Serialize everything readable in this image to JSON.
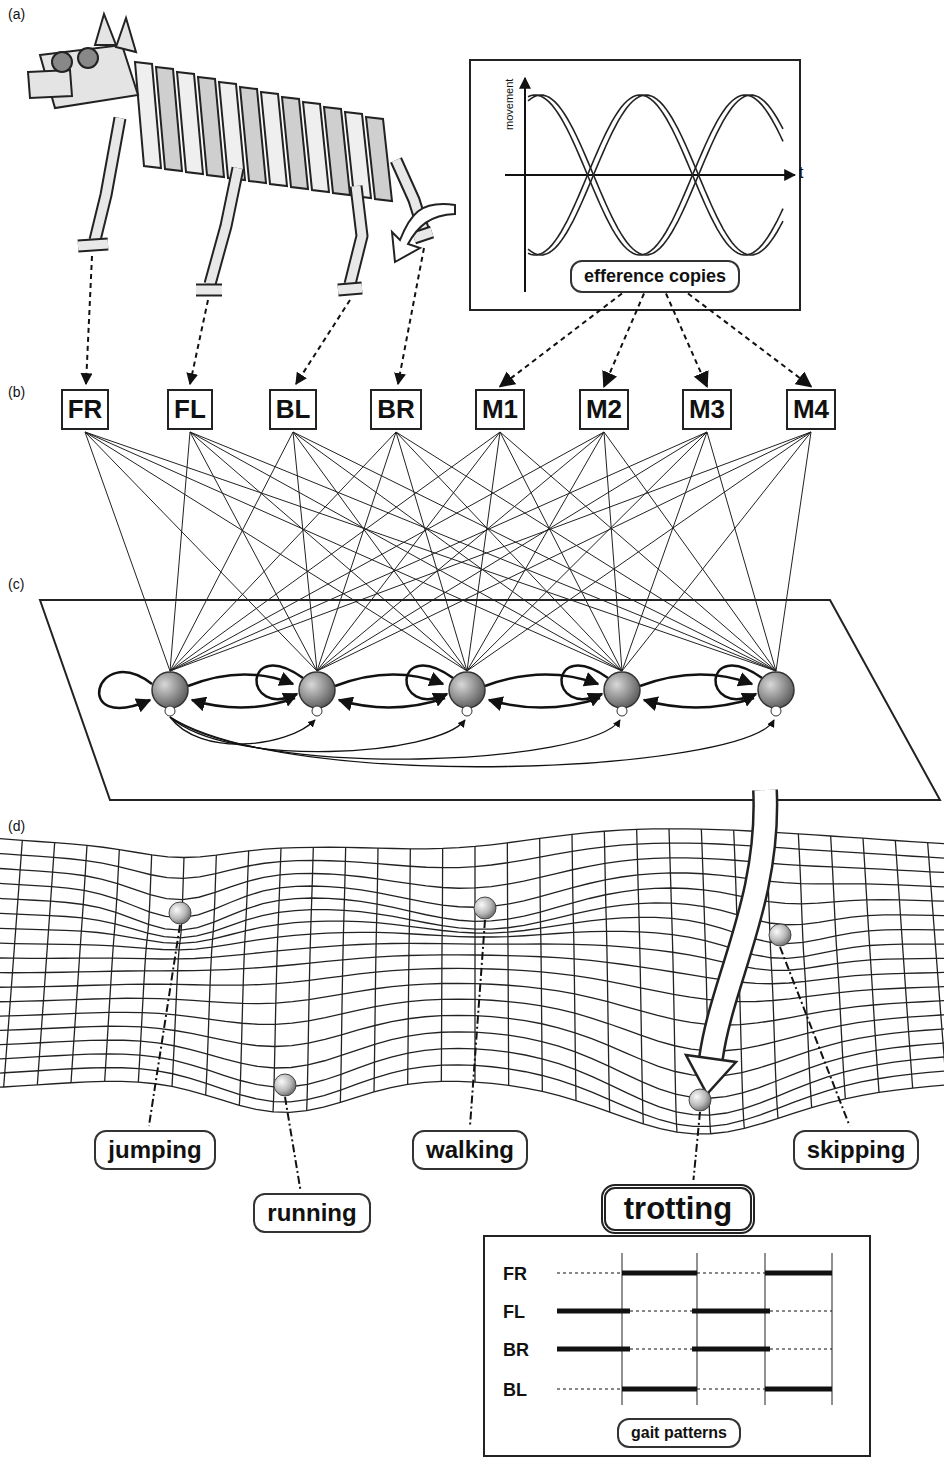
{
  "diagram": {
    "nodes": [
      {
        "text": [
          "efference copies"
        ]
      },
      {
        "text": [
          "FR"
        ]
      },
      {
        "text": [
          "FL"
        ]
      },
      {
        "text": [
          "BL"
        ]
      },
      {
        "text": [
          "BR"
        ]
      },
      {
        "text": [
          "M1"
        ]
      },
      {
        "text": [
          "M2"
        ]
      },
      {
        "text": [
          "M3"
        ]
      },
      {
        "text": [
          "M4"
        ]
      },
      {
        "text": [
          "jumping"
        ]
      },
      {
        "text": [
          "walking"
        ]
      },
      {
        "text": [
          "skipping"
        ]
      },
      {
        "text": [
          "running"
        ]
      },
      {
        "text": [
          "trotting"
        ]
      },
      {
        "text": [
          "FR",
          "FL",
          "BR",
          "BL"
        ]
      },
      {
        "text": [
          "gait patterns"
        ],
        "in": 14
      }
    ],
    "edges": [
      {
        "from": 0,
        "to": 5,
        "arrow": "to"
      },
      {
        "from": 0,
        "to": 6,
        "arrow": "to"
      },
      {
        "from": 0,
        "to": 7,
        "arrow": "to"
      },
      {
        "from": 0,
        "to": 8,
        "arrow": "to"
      }
    ],
    "labels": [
      "(a)",
      "(b)",
      "(c)",
      "(d)",
      "movement",
      "t"
    ]
  }
}
